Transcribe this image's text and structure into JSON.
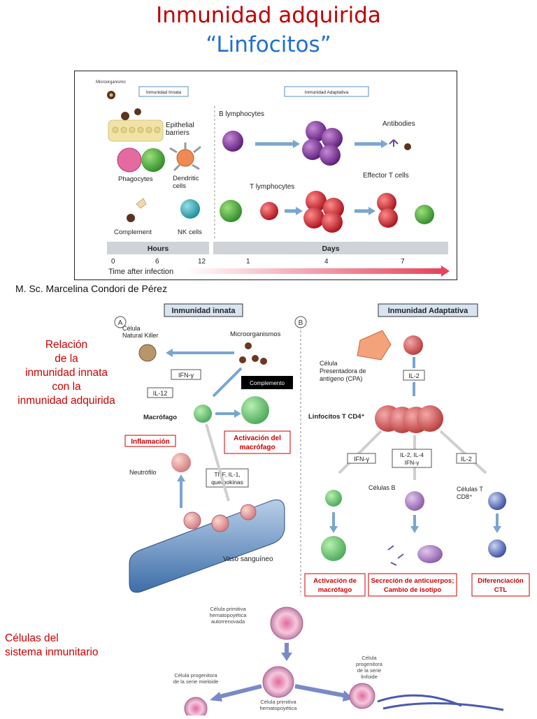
{
  "title": "Inmunidad adquirida",
  "subtitle": "“Linfocitos”",
  "author": "M. Sc. Marcelina Condori de Pérez",
  "relation_label": [
    "Relación",
    "de la",
    "inmunidad innata",
    "con la",
    "inmunidad adquirida"
  ],
  "cells_label": [
    "Células del",
    "sistema inmunitario"
  ],
  "fig1": {
    "microorganism": "Microorganismo",
    "innate_header": "Inmunidad Innata",
    "adaptive_header": "Inmunidad Adaptativa",
    "epithelial": [
      "Epithelial",
      "barriers"
    ],
    "phagocytes": "Phagocytes",
    "dendritic": [
      "Dendritic",
      "cells"
    ],
    "complement": "Complement",
    "nk": "NK cells",
    "b_lymph": "B lymphocytes",
    "antibodies": "Antibodies",
    "t_lymph": "T lymphocytes",
    "effector": "Effector T cells",
    "hours": "Hours",
    "days": "Days",
    "ticks_hours": [
      "0",
      "6",
      "12"
    ],
    "ticks_days": [
      "1",
      "4",
      "7"
    ],
    "time": "Time after infection"
  },
  "fig2": {
    "panel_a": "A",
    "panel_b": "B",
    "innate_title": "Inmunidad innata",
    "adaptive_title": "Inmunidad Adaptativa",
    "nk": [
      "Célula",
      "Natural Killer"
    ],
    "microorganisms": "Microorganismos",
    "ifn": "IFN-γ",
    "il12": "IL-12",
    "complement": "Complemento",
    "macrophage": "Macrófago",
    "activation": [
      "Activación del",
      "macrófago"
    ],
    "inflammation": "Inflamación",
    "neutrophil": "Neutrófilo",
    "tnf": [
      "TNF, IL-1,",
      "quemokinas"
    ],
    "vessel": "Vaso sanguíneo",
    "cpa": [
      "Célula",
      "Presentadora de",
      "antígeno (CPA)"
    ],
    "il2": "IL-2",
    "cd4": "Linfocitos T CD4⁺",
    "ifn_b": "IFN-γ",
    "il24": [
      "IL-2, IL-4",
      "IFN-γ"
    ],
    "il2_b": "IL-2",
    "bcells": "Células B",
    "cd8": [
      "Células T",
      "CD8⁺"
    ],
    "out1": [
      "Activación de",
      "macrófago"
    ],
    "out2": [
      "Secreción de anticuerpos;",
      "Cambio de isotipo"
    ],
    "out3": [
      "Diferenciación",
      "CTL"
    ]
  },
  "fig3": {
    "stem": [
      "Célula primitiva",
      "hematopoyética",
      "autorrenovada"
    ],
    "myeloid": [
      "Célula progenitora",
      "de la serie mieloide"
    ],
    "lymphoid": [
      "Célula",
      "progenitora",
      "de la serie",
      "linfoide"
    ],
    "stem2": [
      "Célula primitiva",
      "hematopoyética"
    ]
  }
}
